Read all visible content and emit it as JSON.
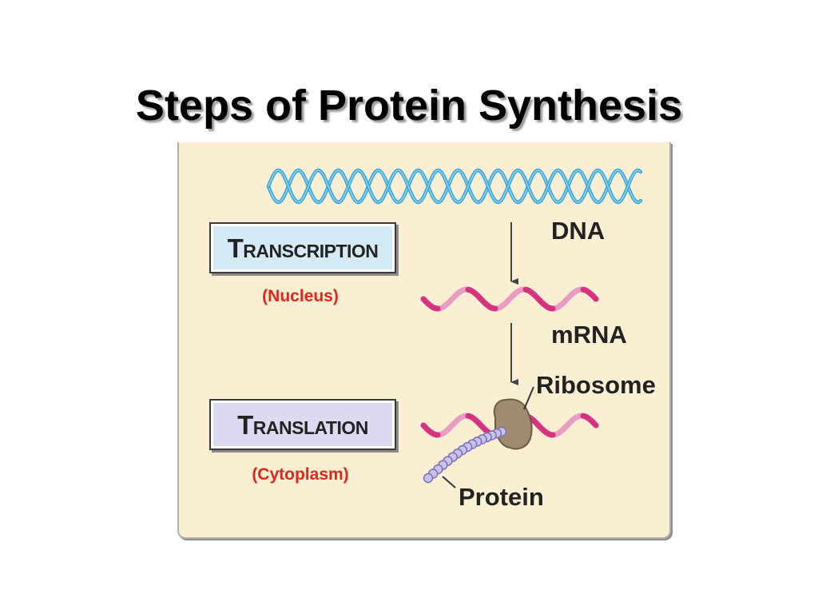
{
  "title": "Steps of Protein Synthesis",
  "steps": {
    "transcription": {
      "label": "Transcription",
      "location": "(Nucleus)"
    },
    "translation": {
      "label": "Translation",
      "location": "(Cytoplasm)"
    }
  },
  "labels": {
    "dna": "DNA",
    "mrna": "mRNA",
    "ribosome": "Ribosome",
    "protein": "Protein"
  },
  "colors": {
    "panel_background": "#fbefd3",
    "dna_strand": "#3aa7dc",
    "mrna_strand": "#d9388a",
    "ribosome": "#a08a70",
    "protein_beads": "#8d80c6",
    "location_text": "#e2261b",
    "transcription_box": "#d4ebf6",
    "translation_box": "#dcdaf0"
  }
}
